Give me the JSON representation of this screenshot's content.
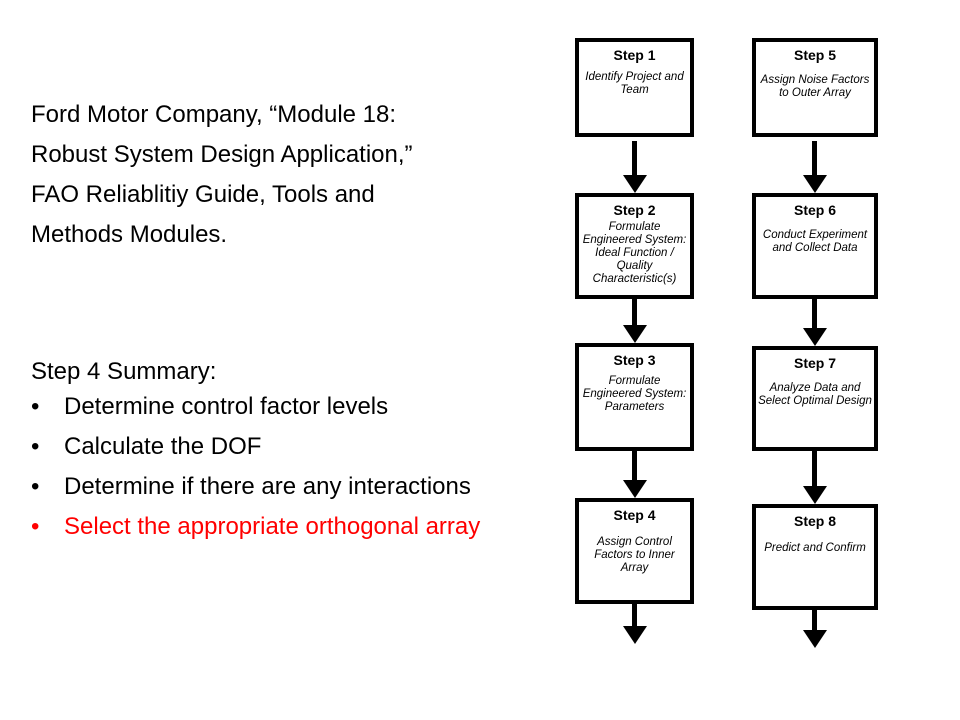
{
  "citation": [
    "Ford Motor Company, “Module 18:",
    "Robust System Design Application,”",
    "FAO Reliablitiy Guide, Tools and",
    "Methods Modules."
  ],
  "summary": {
    "heading": "Step 4 Summary:",
    "bullet_glyph": "•",
    "bullets": [
      "Determine control factor levels",
      "Calculate the DOF",
      "Determine if there are any interactions",
      "Select the appropriate orthogonal array"
    ],
    "highlight_color": "#ff0000"
  },
  "steps": [
    {
      "title": "Step 1",
      "text": "Identify Project and Team"
    },
    {
      "title": "Step 2",
      "text": "Formulate Engineered System: Ideal Function / Quality Characteristic(s)"
    },
    {
      "title": "Step 3",
      "text": "Formulate Engineered System: Parameters"
    },
    {
      "title": "Step 4",
      "text": "Assign Control Factors to Inner Array"
    },
    {
      "title": "Step 5",
      "text": "Assign Noise Factors to Outer Array"
    },
    {
      "title": "Step 6",
      "text": "Conduct Experiment and Collect Data"
    },
    {
      "title": "Step 7",
      "text": "Analyze Data and Select Optimal Design"
    },
    {
      "title": "Step 8",
      "text": "Predict and Confirm"
    }
  ]
}
